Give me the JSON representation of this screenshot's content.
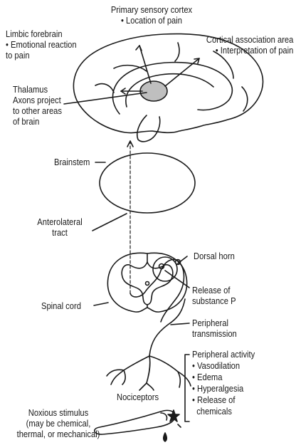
{
  "diagram": {
    "labels": {
      "primary_sensory_cortex": [
        "Primary sensory cortex",
        "• Location of pain"
      ],
      "limbic_forebrain": [
        "Limbic forebrain",
        "• Emotional reaction",
        "to pain"
      ],
      "cortical_association": [
        "Cortical association area",
        "• Interpretation of pain"
      ],
      "thalamus": [
        "Thalamus",
        "Axons project",
        "to other areas",
        "of brain"
      ],
      "brainstem": "Brainstem",
      "anterolateral_tract": [
        "Anterolateral",
        "tract"
      ],
      "dorsal_horn": "Dorsal horn",
      "spinal_cord": "Spinal cord",
      "release_substance_p": [
        "Release of",
        "substance P"
      ],
      "peripheral_transmission": [
        "Peripheral",
        "transmission"
      ],
      "peripheral_activity": [
        "Peripheral activity",
        "• Vasodilation",
        "• Edema",
        "• Hyperalgesia",
        "• Release of",
        "  chemicals"
      ],
      "nociceptors": "Nociceptors",
      "noxious_stimulus": [
        "Noxious stimulus",
        "(may be chemical,",
        "thermal, or mechanical)"
      ]
    }
  }
}
